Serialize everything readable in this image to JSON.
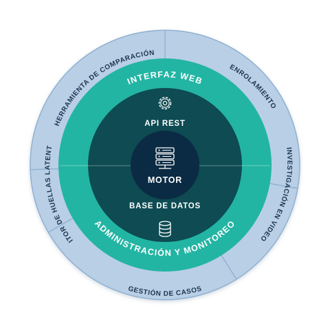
{
  "colors": {
    "outer_ring": "#b9cfe6",
    "outer_ring_border": "#8fb0d1",
    "outer_text": "#1b3550",
    "middle_ring": "#23b5a3",
    "inner_ring": "#0e4b52",
    "core": "#0b2b44",
    "core_text": "#ffffff",
    "divider": "#ffffff"
  },
  "outer_ring": {
    "segments": [
      {
        "id": "herramienta",
        "label": "HERRAMIENTA DE COMPARACIÓN"
      },
      {
        "id": "enrolamiento",
        "label": "ENROLAMIENTO"
      },
      {
        "id": "investigacion",
        "label": "INVESTIGACIÓN EN VIDEO"
      },
      {
        "id": "gestion",
        "label": "GESTIÓN DE CASOS"
      },
      {
        "id": "editor",
        "label": "EDITOR DE HUELLAS LATENTES"
      }
    ]
  },
  "middle_ring": {
    "top_label": "INTERFAZ WEB",
    "bottom_label": "ADMINISTRACIÓN Y MONITOREO"
  },
  "inner_ring": {
    "top_label": "API REST",
    "top_icon": "gear-icon",
    "bottom_label": "BASE DE DATOS",
    "bottom_icon": "database-icon"
  },
  "core": {
    "label": "MOTOR",
    "icon": "server-icon"
  }
}
